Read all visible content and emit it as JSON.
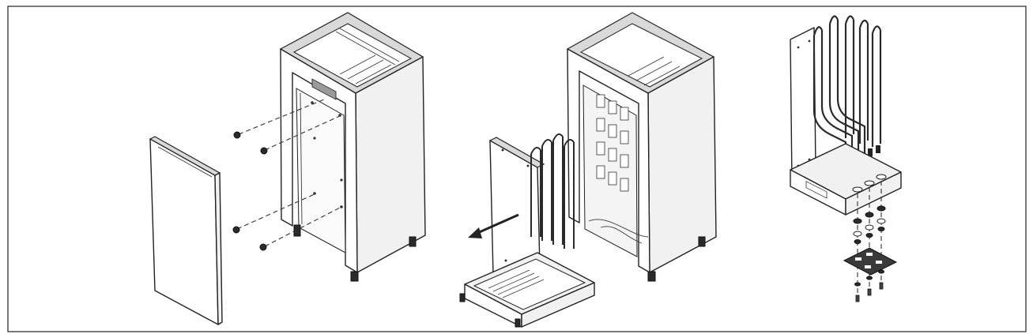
{
  "figure": {
    "panel_count": 3,
    "colors": {
      "line": "#2a2a2a",
      "shade": "#d9d9d9",
      "background": "#ffffff"
    },
    "icons": [
      "front-panel",
      "heater-cabinet",
      "heating-element-rack",
      "screw",
      "arrow"
    ]
  }
}
